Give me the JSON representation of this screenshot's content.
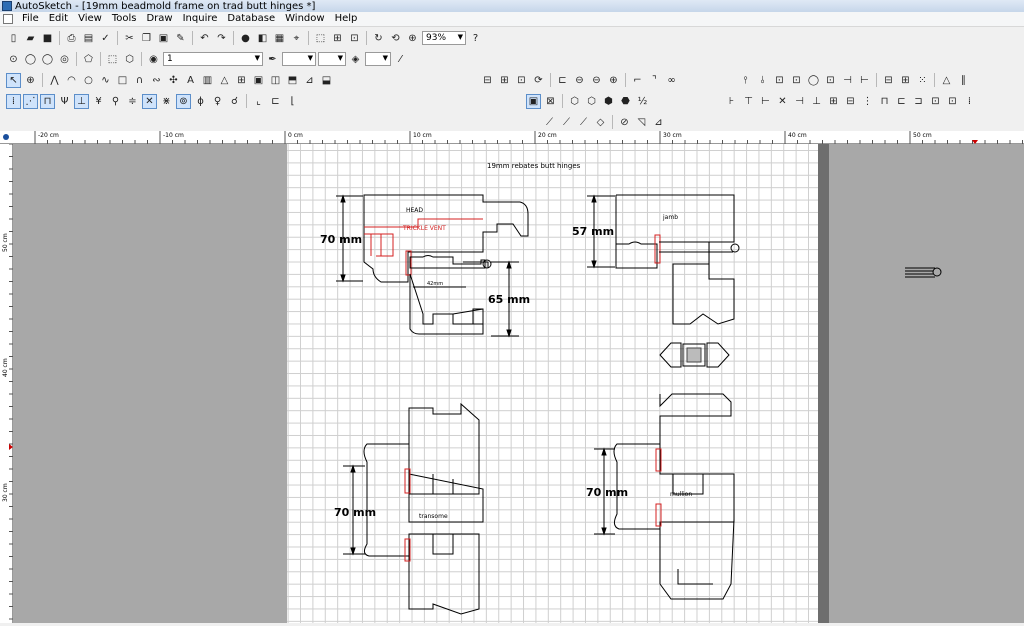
{
  "window": {
    "title": "AutoSketch - [19mm beadmold frame on trad butt hinges *]"
  },
  "menu": [
    "File",
    "Edit",
    "View",
    "Tools",
    "Draw",
    "Inquire",
    "Database",
    "Window",
    "Help"
  ],
  "toolbar": {
    "zoom_value": "93%",
    "layer_value": "1"
  },
  "ruler": {
    "top_labels": [
      "-20 cm",
      "-10 cm",
      "0 cm",
      "10 cm",
      "20 cm",
      "30 cm",
      "40 cm",
      "50 cm"
    ],
    "left_labels": [
      "50 cm",
      "40 cm",
      "30 cm"
    ]
  },
  "drawing": {
    "title": "19mm rebates butt hinges",
    "labels": {
      "head": "HEAD",
      "trickle_vent": "TRICKLE VENT",
      "jamb": "jamb",
      "transome": "transome",
      "mullion": "mullion",
      "small_dim": "42mm"
    },
    "dimensions": {
      "head_height": "70 mm",
      "head_sash": "65 mm",
      "jamb": "57 mm",
      "transome": "70 mm",
      "mullion": "70 mm"
    }
  },
  "colors": {
    "accent": "#d42020",
    "canvas": "#a8a8a8",
    "paper": "#ffffff"
  }
}
